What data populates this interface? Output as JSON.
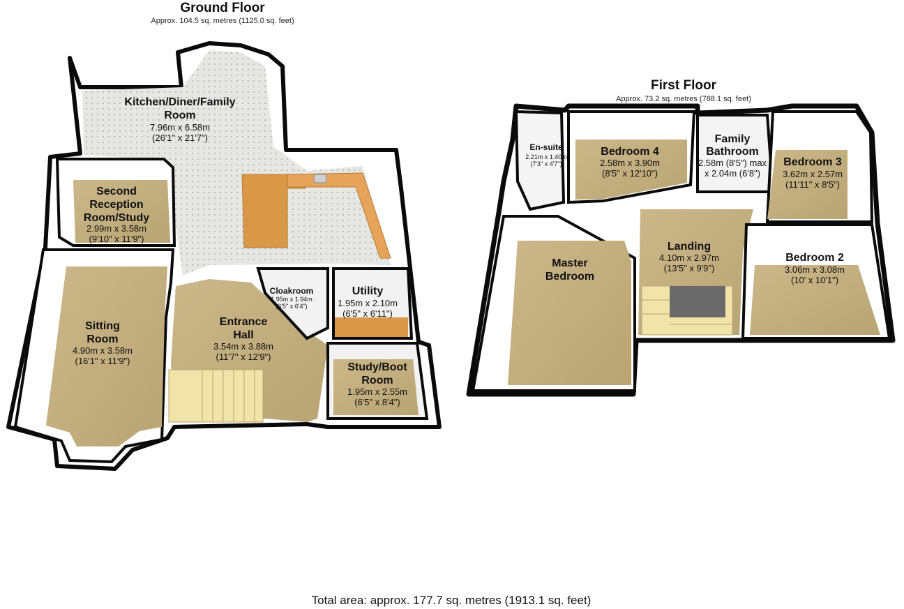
{
  "ground_floor": {
    "title": "Ground Floor",
    "area": "Approx. 104.5 sq. metres (1125.0 sq. feet)",
    "rooms": {
      "kitchen": {
        "name1": "Kitchen/Diner/Family",
        "name2": "Room",
        "dim_m": "7.96m x 6.58m",
        "dim_ft": "(26'1\" x 21'7\")"
      },
      "second_reception": {
        "name1": "Second",
        "name2": "Reception",
        "name3": "Room/Study",
        "dim_m": "2.99m x 3.58m",
        "dim_ft": "(9'10\" x 11'9\")"
      },
      "sitting": {
        "name1": "Sitting",
        "name2": "Room",
        "dim_m": "4.90m x 3.58m",
        "dim_ft": "(16'1\" x 11'9\")"
      },
      "entrance": {
        "name1": "Entrance",
        "name2": "Hall",
        "dim_m": "3.54m x 3.88m",
        "dim_ft": "(11'7\" x 12'9\")"
      },
      "cloakroom": {
        "name1": "Cloakroom",
        "dim_m": "1.95m x 1.94m",
        "dim_ft": "(6'5\" x 6'4\")"
      },
      "utility": {
        "name1": "Utility",
        "dim_m": "1.95m x 2.10m",
        "dim_ft": "(6'5\" x 6'11\")"
      },
      "study_boot": {
        "name1": "Study/Boot",
        "name2": "Room",
        "dim_m": "1.95m x 2.55m",
        "dim_ft": "(6'5\" x 8'4\")"
      }
    }
  },
  "first_floor": {
    "title": "First Floor",
    "area": "Approx. 73.2 sq. metres (788.1 sq. feet)",
    "rooms": {
      "ensuite": {
        "name1": "En-suite",
        "dim_m": "2.21m x 1.40m",
        "dim_ft": "(7'3\" x 4'7\")"
      },
      "bedroom4": {
        "name1": "Bedroom 4",
        "dim_m": "2.58m x 3.90m",
        "dim_ft": "(8'5\" x 12'10\")"
      },
      "bathroom": {
        "name1": "Family",
        "name2": "Bathroom",
        "dim_m": "2.58m (8'5\") max",
        "dim_ft": "x 2.04m (6'8\")"
      },
      "bedroom3": {
        "name1": "Bedroom 3",
        "dim_m": "3.62m x 2.57m",
        "dim_ft": "(11'11\" x 8'5\")"
      },
      "master": {
        "name1": "Master",
        "name2": "Bedroom"
      },
      "landing": {
        "name1": "Landing",
        "dim_m": "4.10m x 2.97m",
        "dim_ft": "(13'5\" x 9'9\")"
      },
      "bedroom2": {
        "name1": "Bedroom 2",
        "dim_m": "3.06m x 3.08m",
        "dim_ft": "(10' x 10'1\")"
      }
    }
  },
  "total_area": "Total area: approx. 177.7 sq. metres (1913.1 sq. feet)",
  "colors": {
    "wall": "#0a0a0a",
    "carpet": "#c9b585",
    "tile": "#e3e3e0",
    "worktop": "#d99848",
    "stair": "#eee0a0",
    "innerwall": "#f4f4f4"
  }
}
